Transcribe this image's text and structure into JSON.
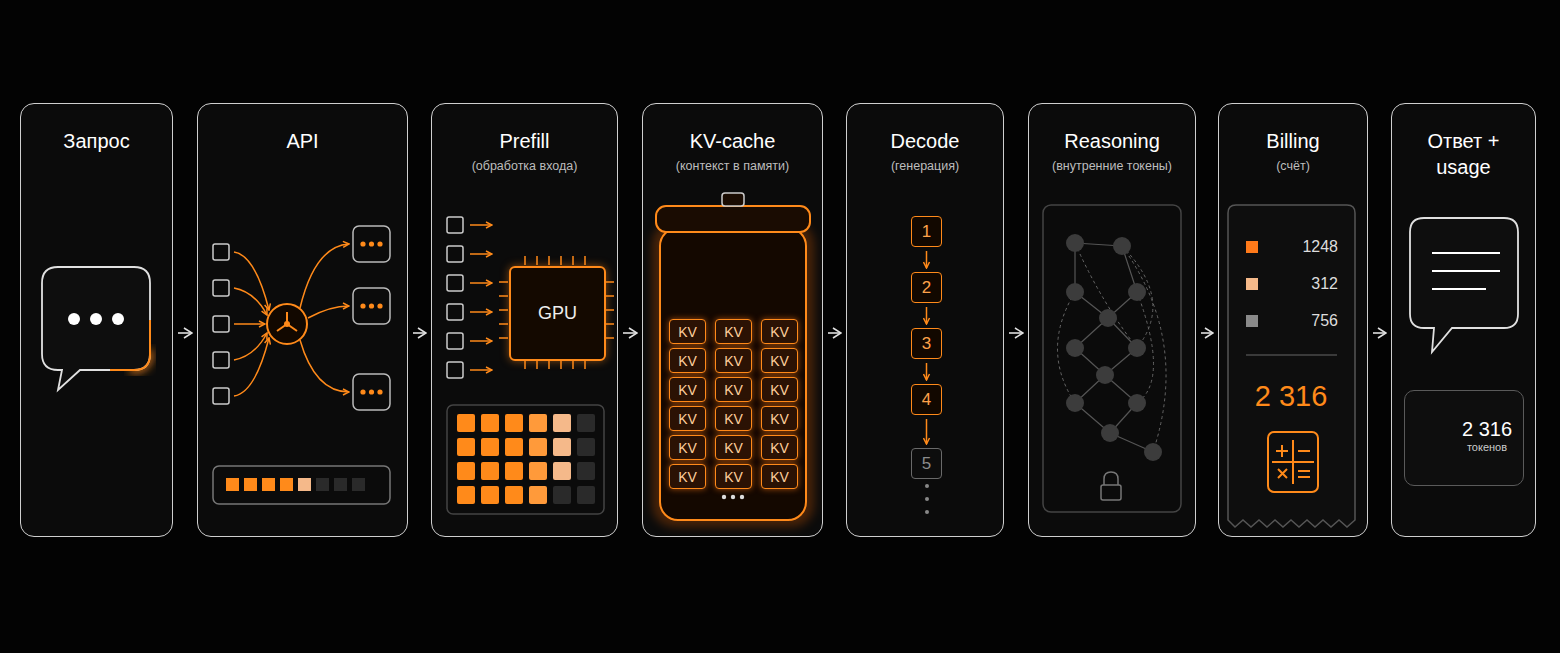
{
  "diagram": {
    "nodes": [
      {
        "text": [
          "Запрос"
        ]
      },
      {
        "text": [
          "API"
        ]
      },
      {
        "text": [
          "Prefill",
          "(обработка входа)"
        ]
      },
      {
        "text": [
          "GPU"
        ],
        "in": 2
      },
      {
        "text": [
          "KV-cache",
          "(контекст в памяти)"
        ]
      },
      {
        "text": [
          "KV"
        ],
        "in": 4
      },
      {
        "text": [
          "KV"
        ],
        "in": 4
      },
      {
        "text": [
          "KV"
        ],
        "in": 4
      },
      {
        "text": [
          "KV"
        ],
        "in": 4
      },
      {
        "text": [
          "KV"
        ],
        "in": 4
      },
      {
        "text": [
          "KV"
        ],
        "in": 4
      },
      {
        "text": [
          "KV"
        ],
        "in": 4
      },
      {
        "text": [
          "KV"
        ],
        "in": 4
      },
      {
        "text": [
          "KV"
        ],
        "in": 4
      },
      {
        "text": [
          "KV"
        ],
        "in": 4
      },
      {
        "text": [
          "KV"
        ],
        "in": 4
      },
      {
        "text": [
          "KV"
        ],
        "in": 4
      },
      {
        "text": [
          "KV"
        ],
        "in": 4
      },
      {
        "text": [
          "KV"
        ],
        "in": 4
      },
      {
        "text": [
          "KV"
        ],
        "in": 4
      },
      {
        "text": [
          "KV"
        ],
        "in": 4
      },
      {
        "text": [
          "KV"
        ],
        "in": 4
      },
      {
        "text": [
          "KV"
        ],
        "in": 4
      },
      {
        "text": [
          "Decode",
          "(генерация)"
        ]
      },
      {
        "text": [
          "1"
        ],
        "in": 23
      },
      {
        "text": [
          "2"
        ],
        "in": 23
      },
      {
        "text": [
          "3"
        ],
        "in": 23
      },
      {
        "text": [
          "4"
        ],
        "in": 23
      },
      {
        "text": [
          "5"
        ],
        "in": 23
      },
      {
        "text": [
          "Reasoning",
          "(внутренние токены)"
        ]
      },
      {
        "text": [
          "Billing",
          "(счёт)"
        ]
      },
      {
        "text": [
          "Ответ + usage"
        ]
      },
      {
        "text": [
          "2 316",
          "токенов"
        ],
        "in": 31
      }
    ],
    "edges": [
      {
        "from": 0,
        "to": 1,
        "arrow": "to"
      },
      {
        "from": 1,
        "to": 2,
        "arrow": "to"
      },
      {
        "from": 2,
        "to": 4,
        "arrow": "to"
      },
      {
        "from": 4,
        "to": 23,
        "arrow": "to"
      },
      {
        "from": 23,
        "to": 29,
        "arrow": "to"
      },
      {
        "from": 29,
        "to": 30,
        "arrow": "to"
      },
      {
        "from": 30,
        "to": 31,
        "arrow": "to"
      },
      {
        "from": 24,
        "to": 25,
        "arrow": "to"
      },
      {
        "from": 25,
        "to": 26,
        "arrow": "to"
      },
      {
        "from": 26,
        "to": 27,
        "arrow": "to"
      },
      {
        "from": 27,
        "to": 28,
        "arrow": "to"
      }
    ],
    "labels": [
      "2 316"
    ],
    "legend": [
      {
        "text": "1248",
        "color": "#ff7a1a"
      },
      {
        "text": "312",
        "color": "#f5b98a"
      },
      {
        "text": "756",
        "color": "#8a8a8a"
      }
    ]
  }
}
